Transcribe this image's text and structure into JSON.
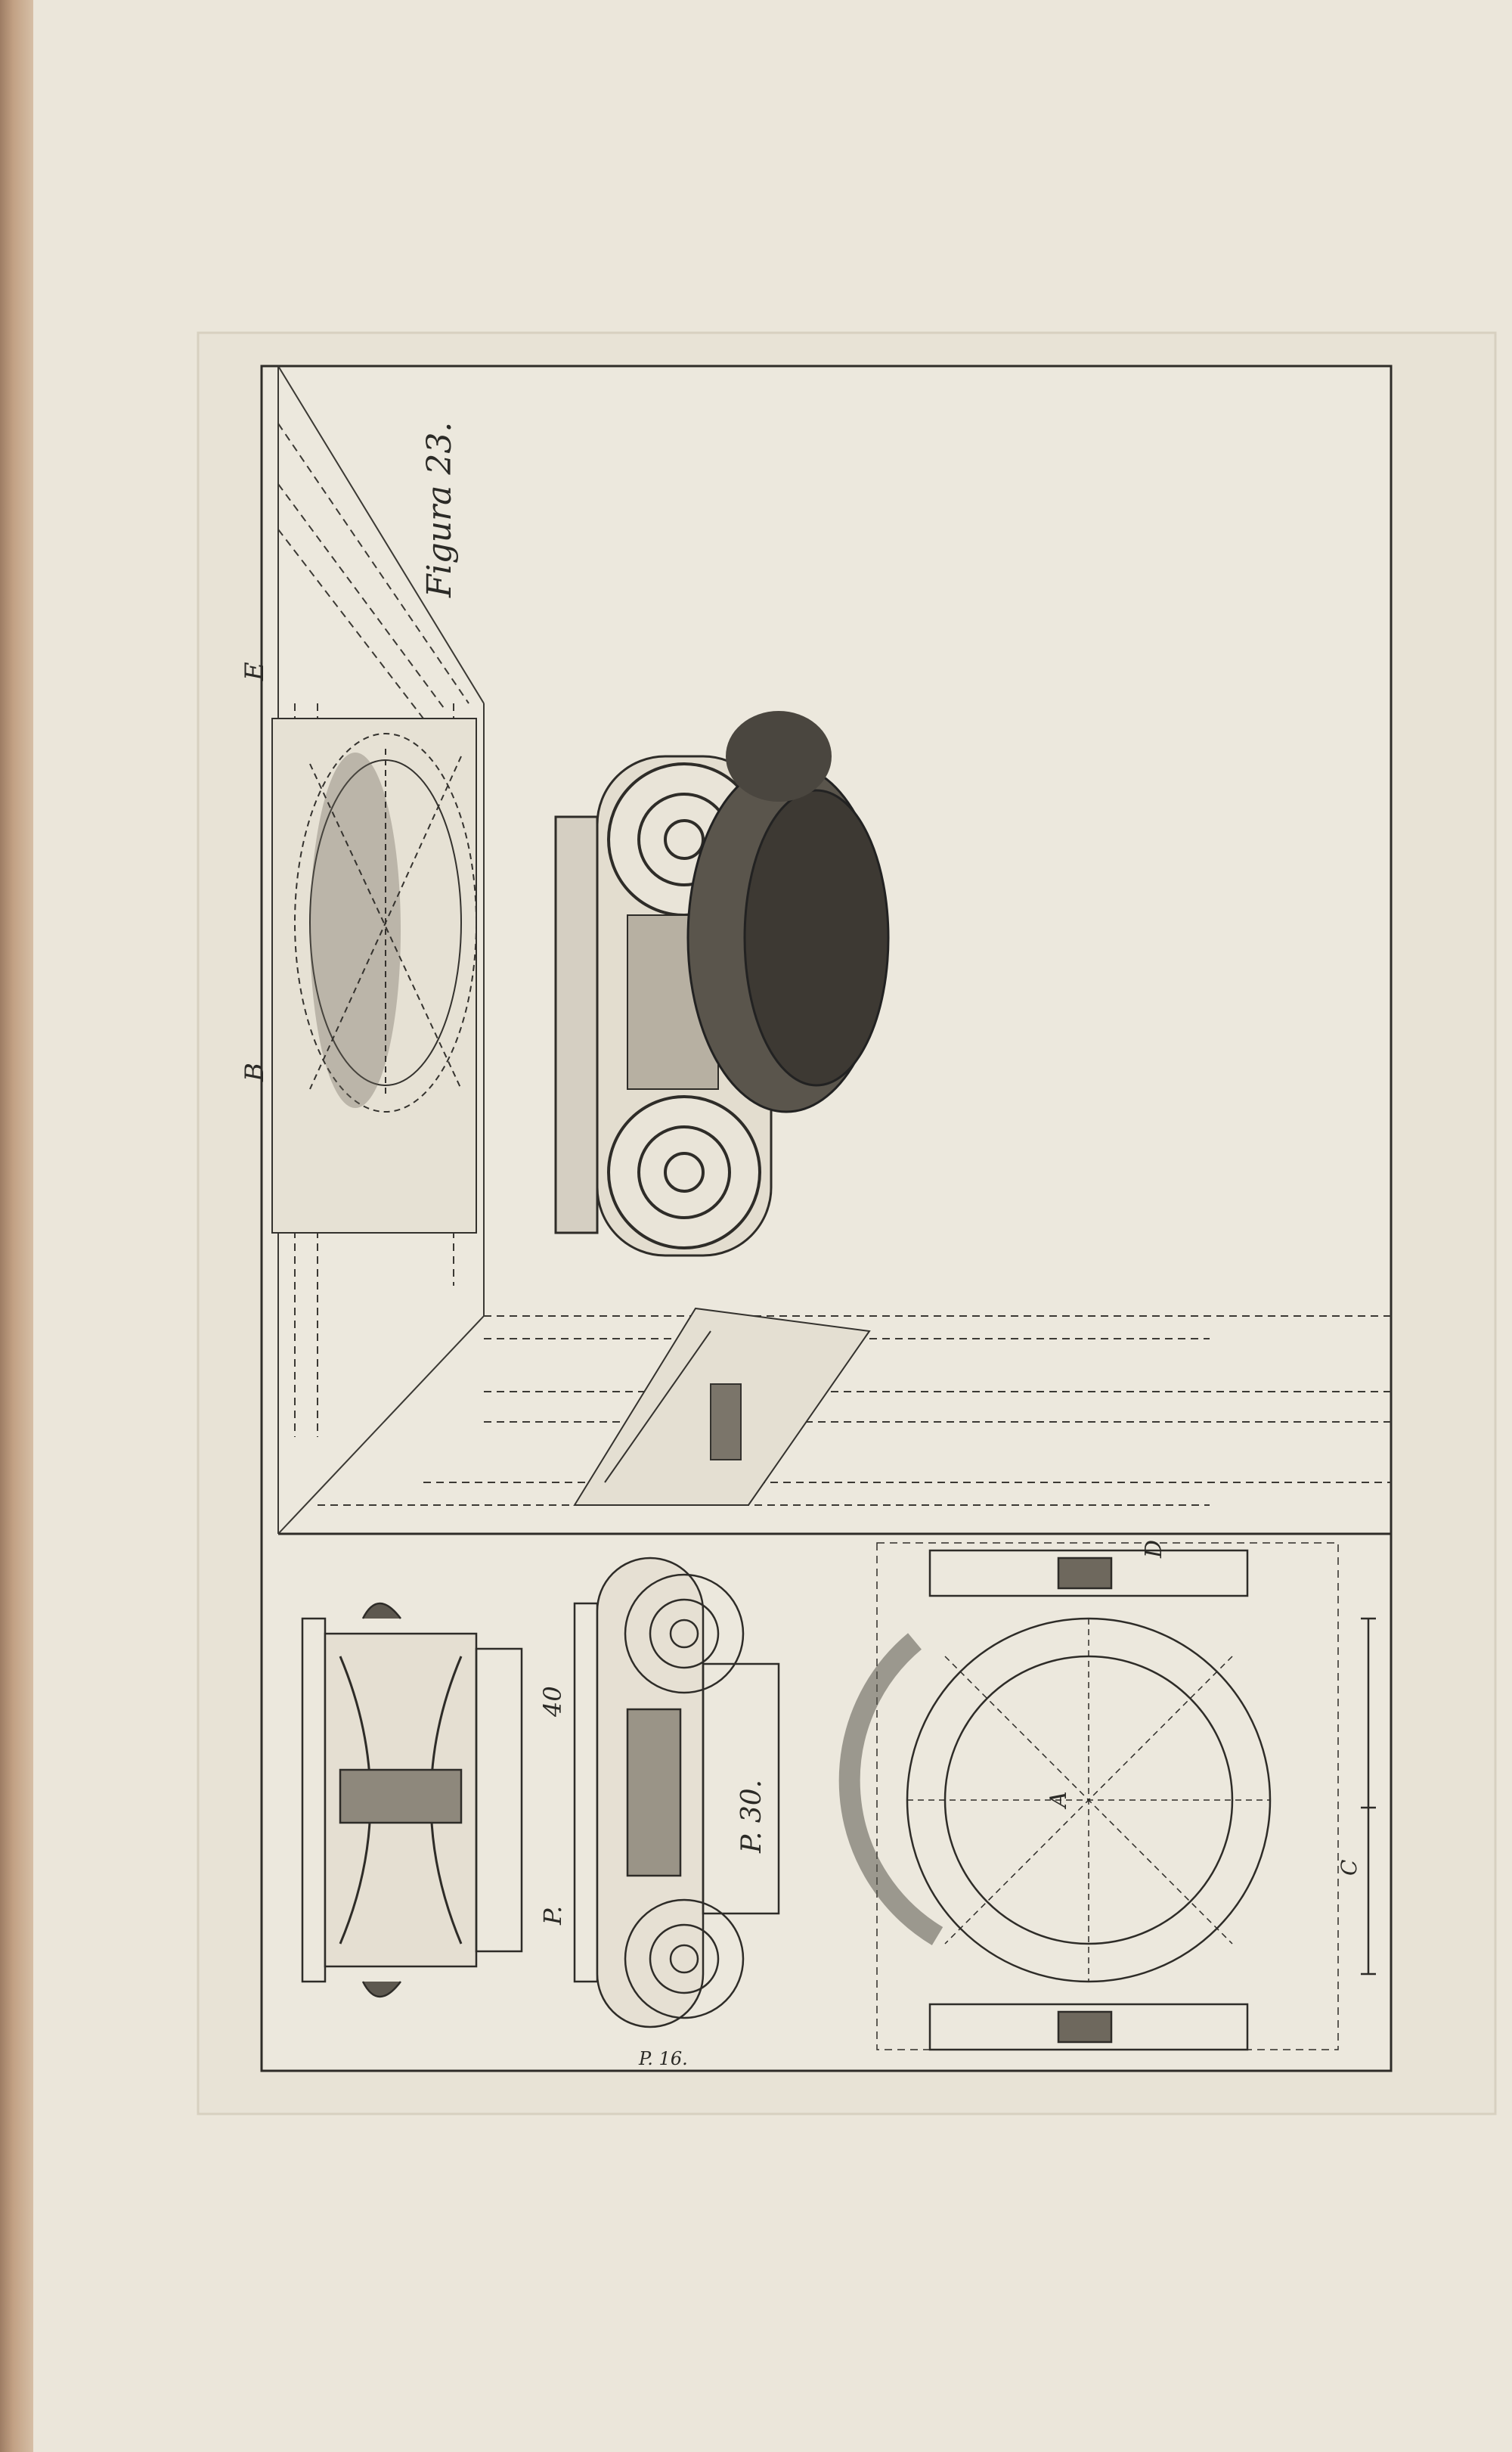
{
  "plate": {
    "figure_title": "Figura 23.",
    "label_e": "E",
    "label_b": "B",
    "label_a": "A",
    "label_d": "D",
    "label_c": "C",
    "label_p": "P.",
    "label_40": "40",
    "label_p30": "P. 30.",
    "label_p16": "P. 16."
  }
}
